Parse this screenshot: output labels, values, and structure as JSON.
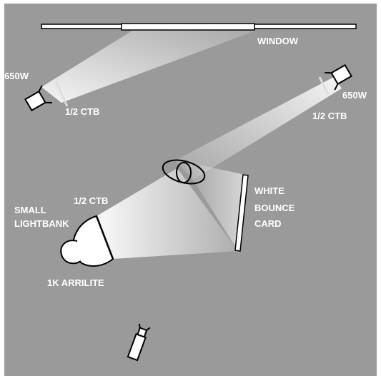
{
  "colors": {
    "background": "#9a9a9a",
    "frame": "#ffffff",
    "beam": "#ffffff",
    "fixture_fill": "#ffffff",
    "fixture_stroke": "#000000",
    "gel": "#dddddd",
    "label": "#ffffff"
  },
  "labels": {
    "window": "WINDOW",
    "left_lamp_power": "650W",
    "left_lamp_gel": "1/2 CTB",
    "right_lamp_power": "650W",
    "right_lamp_gel": "1/2 CTB",
    "lightbank_gel": "1/2 CTB",
    "small_lightbank_line1": "SMALL",
    "small_lightbank_line2": "LIGHTBANK",
    "arrilite": "1K ARRILITE",
    "bounce_line1": "WHITE",
    "bounce_line2": "BOUNCE",
    "bounce_line3": "CARD"
  }
}
